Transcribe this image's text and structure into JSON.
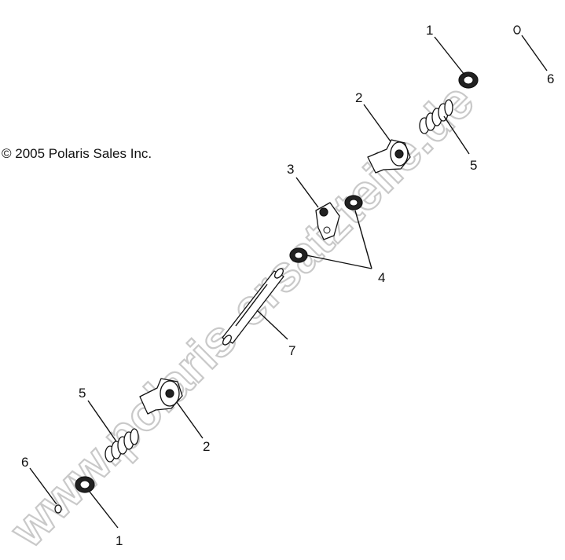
{
  "copyright": "© 2005 Polaris Sales Inc.",
  "watermark": "www.polaris-ersatzteile.de",
  "callouts": {
    "c1_top": "1",
    "c6_top": "6",
    "c2_top": "2",
    "c5_top": "5",
    "c3": "3",
    "c4": "4",
    "c7": "7",
    "c5_bottom": "5",
    "c2_bottom": "2",
    "c6_bottom": "6",
    "c1_bottom": "1"
  }
}
